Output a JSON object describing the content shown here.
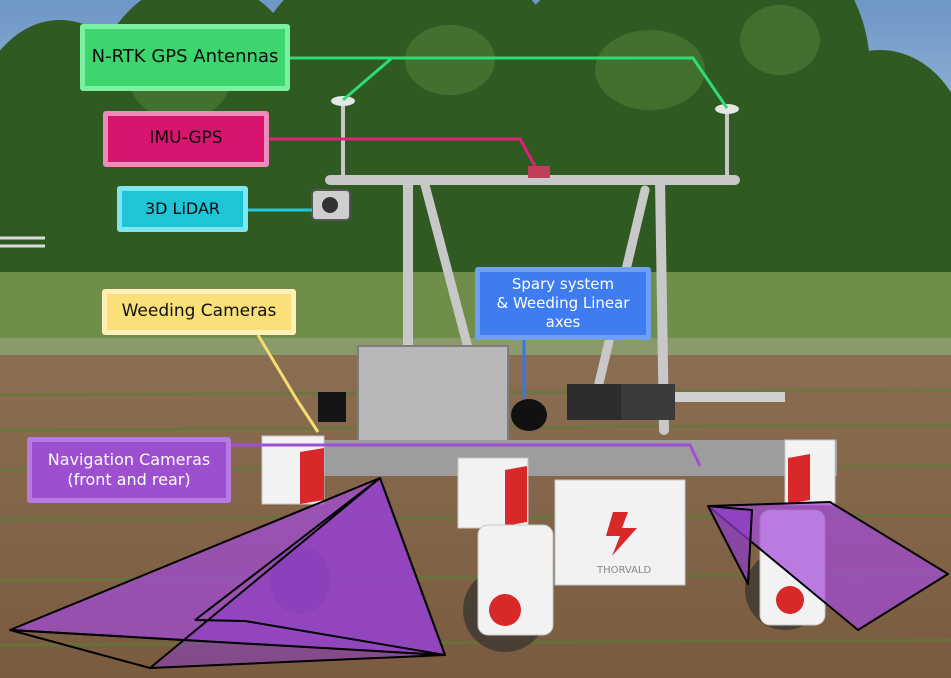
{
  "colors": {
    "sky": "#8fb4d8",
    "trees": "#2f5a22",
    "field": "#6f8e4a",
    "soil": "#8a6a4e",
    "frame": "#c8c8c8",
    "robot_body": "#f2f2f2",
    "accent_red": "#d8282a",
    "fov": "#a24bd9"
  },
  "labels": {
    "gps": {
      "lines": [
        "N-RTK GPS Antennas"
      ],
      "bg": "#3dd66e",
      "border": "#7af0a0",
      "text": "#0b0b0b",
      "line": "#2fdc73"
    },
    "imu": {
      "lines": [
        "IMU-GPS"
      ],
      "bg": "#d8156e",
      "border": "#f08ab8",
      "text": "#0b0b0b",
      "line": "#e0207a"
    },
    "lidar": {
      "lines": [
        "3D LiDAR"
      ],
      "bg": "#1fc4d6",
      "border": "#7ee6f0",
      "text": "#0b0b0b",
      "line": "#22c8da"
    },
    "weeding": {
      "lines": [
        "Weeding Cameras"
      ],
      "bg": "#fbe07a",
      "border": "#fff0b8",
      "text": "#111111",
      "line": "#f6dc70"
    },
    "spray": {
      "lines": [
        "Spary system",
        "& Weeding Linear axes"
      ],
      "bg": "#3f7cf0",
      "border": "#6fa0f6",
      "text": "#ffffff",
      "line": "#3a74ea"
    },
    "nav": {
      "lines": [
        "Navigation Cameras",
        "(front and rear)"
      ],
      "bg": "#9c4fcf",
      "border": "#b77ae0",
      "text": "#ffffff",
      "line": "#a050d4"
    }
  },
  "robot": {
    "brand": "THORVALD"
  }
}
